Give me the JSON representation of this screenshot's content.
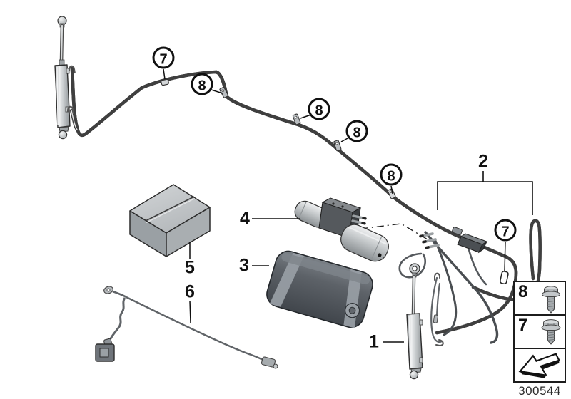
{
  "colors": {
    "background": "#ffffff",
    "outline": "#1a1a1a",
    "hose_dark": "#3f3f3f",
    "hose_light": "#e3e3e3",
    "metal_light": "#eef0f1",
    "metal_dark": "#8f9497",
    "case_dark": "#565b61"
  },
  "callouts": {
    "1": "1",
    "2": "2",
    "3": "3",
    "4": "4",
    "5": "5",
    "6": "6",
    "7": "7",
    "8": "8"
  },
  "legend": {
    "rows": [
      {
        "label": "8",
        "icon": "hex-flange-screw"
      },
      {
        "label": "7",
        "icon": "hex-flange-screw"
      }
    ],
    "arrow_icon": "direction-arrow-down-left"
  },
  "footer": {
    "part_number": "300544"
  }
}
